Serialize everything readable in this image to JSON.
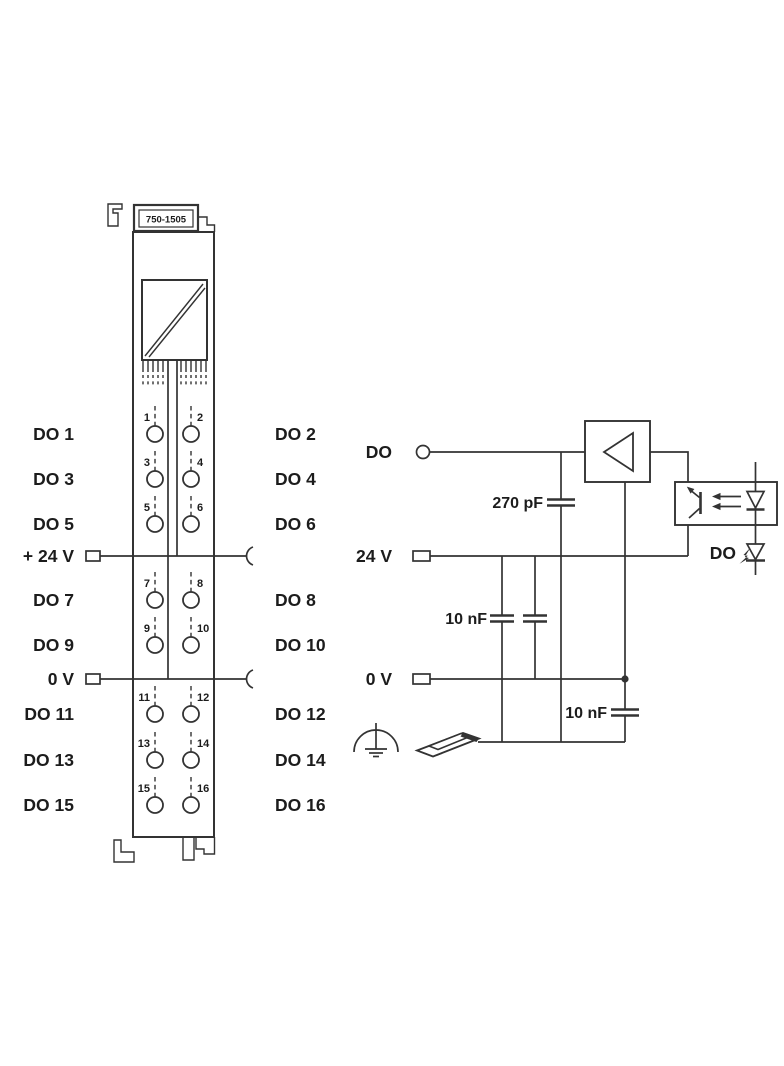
{
  "module": {
    "part_number": "750-1505",
    "left_labels": [
      "DO 1",
      "DO 3",
      "DO 5",
      "+ 24 V",
      "DO 7",
      "DO 9",
      "0 V",
      "DO 11",
      "DO 13",
      "DO 15"
    ],
    "right_labels": [
      "DO 2",
      "DO 4",
      "DO 6",
      "DO 8",
      "DO 10",
      "DO 12",
      "DO 14",
      "DO 16"
    ],
    "terminal_numbers": [
      "1",
      "2",
      "3",
      "4",
      "5",
      "6",
      "7",
      "8",
      "9",
      "10",
      "11",
      "12",
      "13",
      "14",
      "15",
      "16"
    ]
  },
  "circuit": {
    "do_input_label": "DO",
    "supply_24v_label": "24 V",
    "supply_0v_label": "0 V",
    "cap_270pf_label": "270 pF",
    "cap_10nf_supply_label": "10 nF",
    "cap_10nf_output_label": "10 nF",
    "status_led_label": "DO"
  },
  "colors": {
    "line": "#333333",
    "text": "#1c1c1c",
    "background": "#ffffff"
  }
}
